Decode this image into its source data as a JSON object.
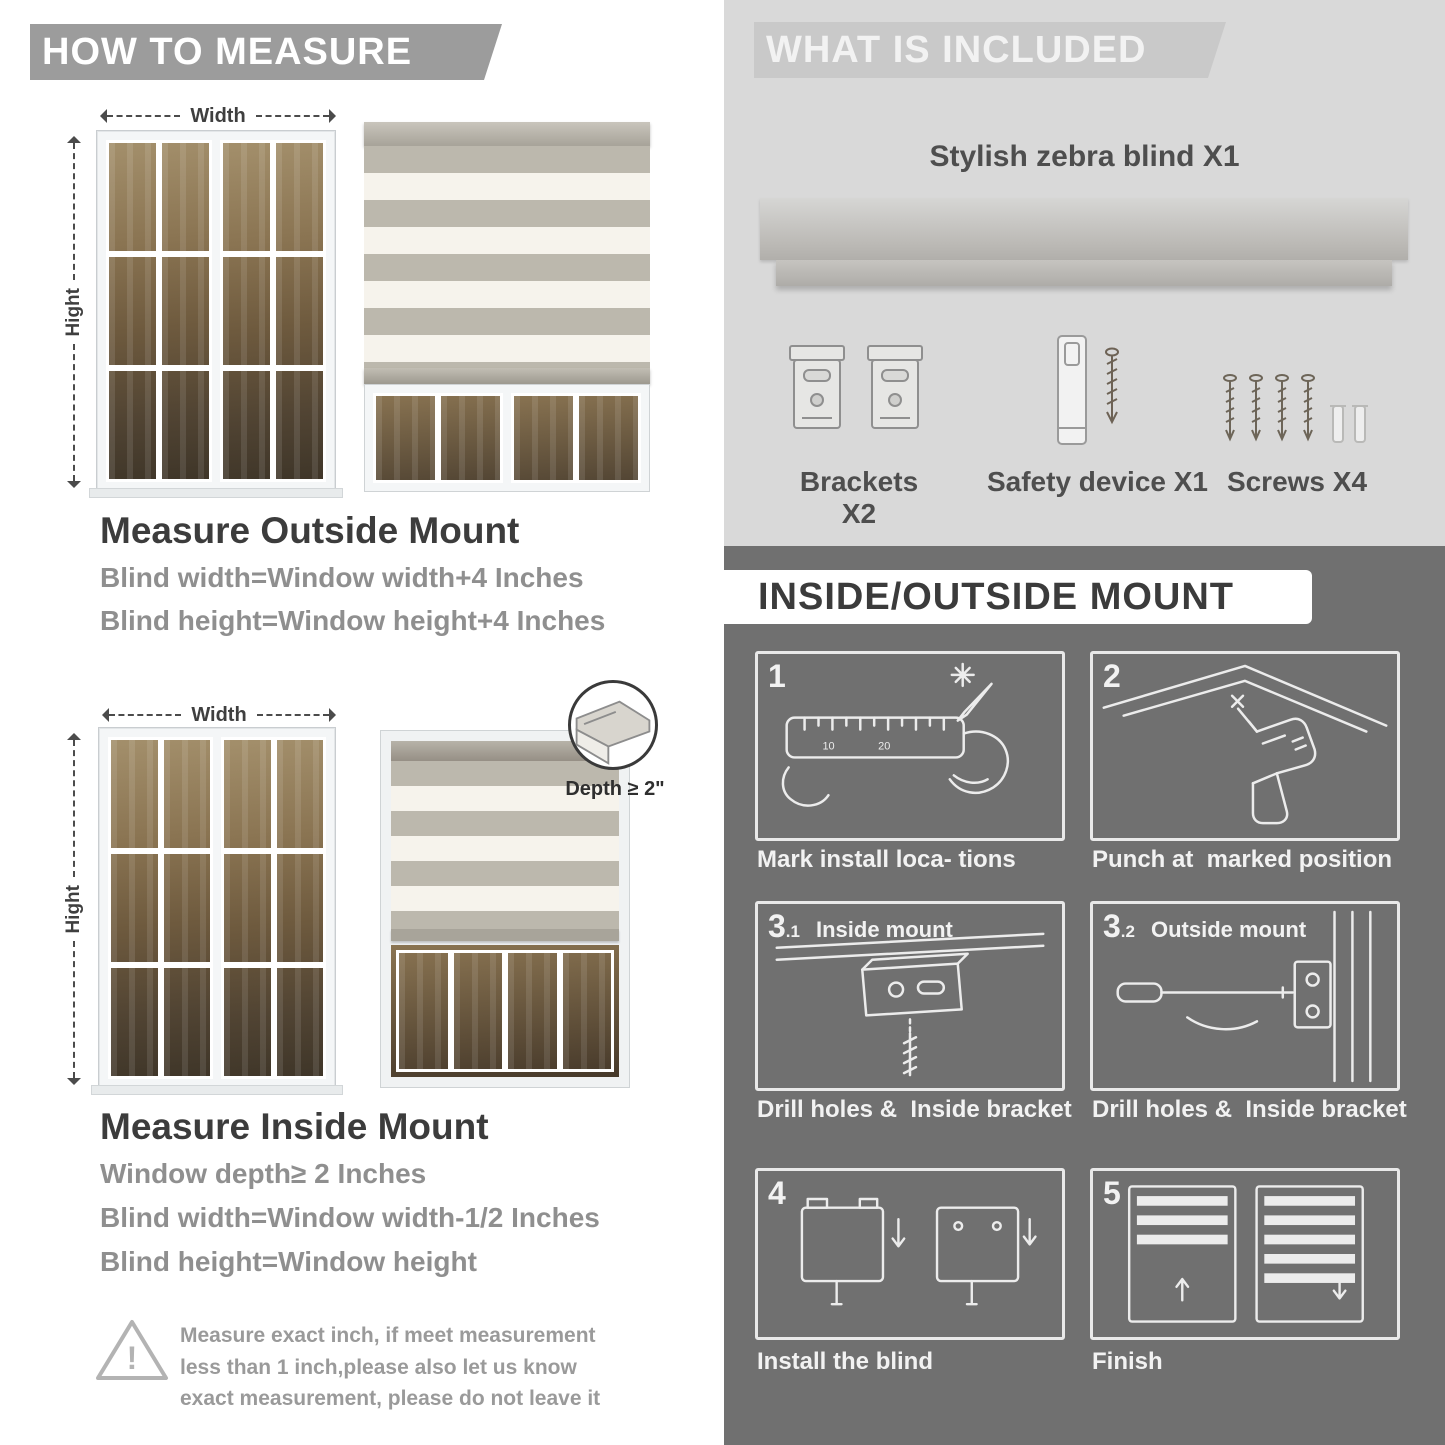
{
  "left": {
    "banner": "HOW TO MEASURE",
    "outside": {
      "width_label": "Width",
      "height_label": "Hight",
      "title": "Measure Outside Mount",
      "line1": "Blind width=Window width+4 Inches",
      "line2": "Blind height=Window height+4 Inches"
    },
    "inside": {
      "width_label": "Width",
      "height_label": "Hight",
      "depth_label": "Depth ≥ 2\"",
      "title": "Measure Inside Mount",
      "line1": "Window depth≥ 2 Inches",
      "line2": "Blind width=Window width-1/2 Inches",
      "line3": "Blind height=Window height"
    },
    "warning": {
      "mark": "!",
      "text": "Measure exact inch, if meet measurement less than 1 inch,please also let us know exact measurement, please do not leave it"
    }
  },
  "right": {
    "included": {
      "banner": "WHAT IS INCLUDED",
      "product": "Stylish zebra blind X1",
      "item1": "Brackets X2",
      "item2": "Safety device X1",
      "item3": "Screws X4"
    },
    "mount": {
      "banner": "INSIDE/OUTSIDE MOUNT",
      "ruler_marks": [
        "10",
        "20"
      ],
      "steps": [
        {
          "num": "1",
          "sub": "",
          "title": "",
          "caption": "Mark install loca- tions"
        },
        {
          "num": "2",
          "sub": "",
          "title": "",
          "caption": "Punch at  marked position"
        },
        {
          "num": "3",
          "sub": ".1",
          "title": "Inside mount",
          "caption": "Drill holes &  Inside bracket"
        },
        {
          "num": "3",
          "sub": ".2",
          "title": "Outside mount",
          "caption": "Drill holes &  Inside bracket"
        },
        {
          "num": "4",
          "sub": "",
          "title": "",
          "caption": "Install the blind"
        },
        {
          "num": "5",
          "sub": "",
          "title": "",
          "caption": "Finish"
        }
      ]
    }
  },
  "colors": {
    "banner_gray": "#9c9c9c",
    "included_bg": "#d9d9d9",
    "mount_bg": "#707070",
    "heading": "#3c3c3c",
    "body_gray": "#8f8f8f",
    "stripe_gray": "#bcb8ad",
    "stripe_light": "#f6f3ec"
  }
}
